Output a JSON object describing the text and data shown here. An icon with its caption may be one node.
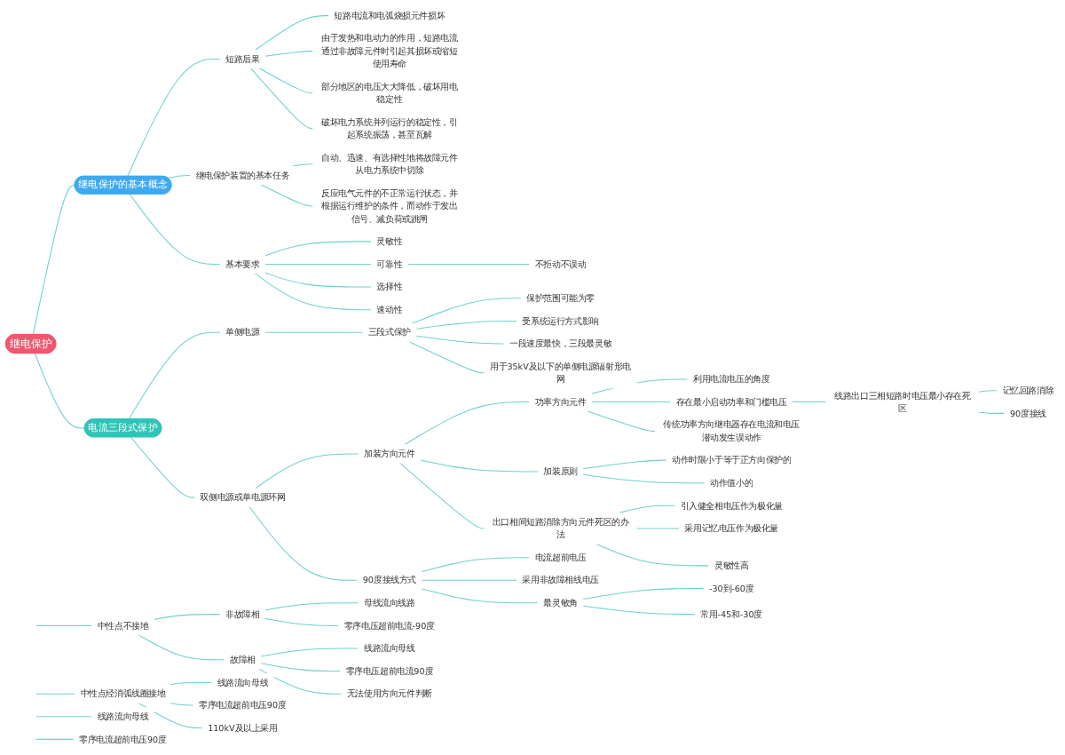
{
  "diagram": {
    "nodes": [
      {
        "text": [
          "继电保护"
        ]
      },
      {
        "text": [
          "继电保护的基本概念"
        ]
      },
      {
        "text": [
          "短路后果"
        ]
      },
      {
        "text": [
          "短路电流和电弧烧损元件损坏"
        ]
      },
      {
        "text": [
          "由于发热和电动力的作用，短路电流通过非故障元件时引起其损坏或缩短使用寿命"
        ]
      },
      {
        "text": [
          "部分地区的电压大大降低，破坏用电稳定性"
        ]
      },
      {
        "text": [
          "破坏电力系统并列运行的稳定性，引起系统振荡，甚至瓦解"
        ]
      },
      {
        "text": [
          "继电保护装置的基本任务"
        ]
      },
      {
        "text": [
          "自动、迅速、有选择性地将故障元件从电力系统中切除"
        ]
      },
      {
        "text": [
          "反应电气元件的不正常运行状态，并根据运行维护的条件，而动作于发出信号、减负荷或跳闸"
        ]
      },
      {
        "text": [
          "基本要求"
        ]
      },
      {
        "text": [
          "灵敏性"
        ]
      },
      {
        "text": [
          "可靠性"
        ]
      },
      {
        "text": [
          "不拒动不误动"
        ]
      },
      {
        "text": [
          "选择性"
        ]
      },
      {
        "text": [
          "速动性"
        ]
      },
      {
        "text": [
          "电流三段式保护"
        ]
      },
      {
        "text": [
          "单侧电源"
        ]
      },
      {
        "text": [
          "三段式保护"
        ]
      },
      {
        "text": [
          "保护范围可能为零"
        ]
      },
      {
        "text": [
          "受系统运行方式影响"
        ]
      },
      {
        "text": [
          "一段速度最快，三段最灵敏"
        ]
      },
      {
        "text": [
          "用于35kV及以下的单侧电源辐射形电网"
        ]
      },
      {
        "text": [
          "双侧电源或单电源环网"
        ]
      },
      {
        "text": [
          "加装方向元件"
        ]
      },
      {
        "text": [
          "功率方向元件"
        ]
      },
      {
        "text": [
          "利用电流电压的角度"
        ]
      },
      {
        "text": [
          "存在最小启动功率和门槛电压"
        ]
      },
      {
        "text": [
          "线路出口三相短路时电压最小存在死区"
        ]
      },
      {
        "text": [
          "记忆回路消除"
        ]
      },
      {
        "text": [
          "90度接线"
        ]
      },
      {
        "text": [
          "传统功率方向继电器存在电流和电压潜动发生误动作"
        ]
      },
      {
        "text": [
          "加装原则"
        ]
      },
      {
        "text": [
          "动作时限小于等于正方向保护的"
        ]
      },
      {
        "text": [
          "动作值小的"
        ]
      },
      {
        "text": [
          "出口相间短路消除方向元件死区的办法"
        ]
      },
      {
        "text": [
          "引入健全相电压作为极化量"
        ]
      },
      {
        "text": [
          "采用记忆电压作为极化量"
        ]
      },
      {
        "text": [
          "灵敏性高"
        ]
      },
      {
        "text": [
          "90度接线方式"
        ]
      },
      {
        "text": [
          "电流超前电压"
        ]
      },
      {
        "text": [
          "采用非故障相线电压"
        ]
      },
      {
        "text": [
          "最灵敏角"
        ]
      },
      {
        "text": [
          "-30到-60度"
        ]
      },
      {
        "text": [
          "常用-45和-30度"
        ]
      },
      {
        "text": [
          "中性点不接地"
        ]
      },
      {
        "text": [
          "非故障相"
        ]
      },
      {
        "text": [
          "母线流向线路"
        ]
      },
      {
        "text": [
          "零序电压超前电流-90度"
        ]
      },
      {
        "text": [
          "故障相"
        ]
      },
      {
        "text": [
          "线路流向母线"
        ]
      },
      {
        "text": [
          "零序电压超前电流90度"
        ]
      },
      {
        "text": [
          "无法使用方向元件判断"
        ]
      },
      {
        "text": [
          "中性点经消弧线圈接地"
        ]
      },
      {
        "text": [
          "线路流向母线"
        ]
      },
      {
        "text": [
          "零序电流超前电压90度"
        ]
      },
      {
        "text": [
          "110kV及以上采用"
        ]
      },
      {
        "text": [
          "线路流向母线"
        ]
      },
      {
        "text": [
          "零序电流超前电压90度"
        ]
      }
    ],
    "edges": [
      {
        "from": 0,
        "to": 1,
        "arrow": "none"
      },
      {
        "from": 1,
        "to": 2,
        "arrow": "none"
      },
      {
        "from": 2,
        "to": 3,
        "arrow": "none"
      },
      {
        "from": 2,
        "to": 4,
        "arrow": "none"
      },
      {
        "from": 2,
        "to": 5,
        "arrow": "none"
      },
      {
        "from": 2,
        "to": 6,
        "arrow": "none"
      },
      {
        "from": 1,
        "to": 7,
        "arrow": "none"
      },
      {
        "from": 7,
        "to": 8,
        "arrow": "none"
      },
      {
        "from": 7,
        "to": 9,
        "arrow": "none"
      },
      {
        "from": 1,
        "to": 10,
        "arrow": "none"
      },
      {
        "from": 10,
        "to": 11,
        "arrow": "none"
      },
      {
        "from": 10,
        "to": 12,
        "arrow": "none"
      },
      {
        "from": 12,
        "to": 13,
        "arrow": "none"
      },
      {
        "from": 10,
        "to": 14,
        "arrow": "none"
      },
      {
        "from": 10,
        "to": 15,
        "arrow": "none"
      },
      {
        "from": 0,
        "to": 16,
        "arrow": "none"
      },
      {
        "from": 16,
        "to": 17,
        "arrow": "none"
      },
      {
        "from": 17,
        "to": 18,
        "arrow": "none"
      },
      {
        "from": 18,
        "to": 19,
        "arrow": "none"
      },
      {
        "from": 18,
        "to": 20,
        "arrow": "none"
      },
      {
        "from": 18,
        "to": 21,
        "arrow": "none"
      },
      {
        "from": 18,
        "to": 22,
        "arrow": "none"
      },
      {
        "from": 16,
        "to": 23,
        "arrow": "none"
      },
      {
        "from": 23,
        "to": 24,
        "arrow": "none"
      },
      {
        "from": 24,
        "to": 25,
        "arrow": "none"
      },
      {
        "from": 25,
        "to": 26,
        "arrow": "none"
      },
      {
        "from": 25,
        "to": 27,
        "arrow": "none"
      },
      {
        "from": 27,
        "to": 28,
        "arrow": "none"
      },
      {
        "from": 28,
        "to": 29,
        "arrow": "none"
      },
      {
        "from": 28,
        "to": 30,
        "arrow": "none"
      },
      {
        "from": 25,
        "to": 31,
        "arrow": "none"
      },
      {
        "from": 24,
        "to": 32,
        "arrow": "none"
      },
      {
        "from": 32,
        "to": 33,
        "arrow": "none"
      },
      {
        "from": 32,
        "to": 34,
        "arrow": "none"
      },
      {
        "from": 24,
        "to": 35,
        "arrow": "none"
      },
      {
        "from": 35,
        "to": 36,
        "arrow": "none"
      },
      {
        "from": 35,
        "to": 37,
        "arrow": "none"
      },
      {
        "from": 35,
        "to": 38,
        "arrow": "none"
      },
      {
        "from": 23,
        "to": 39,
        "arrow": "none"
      },
      {
        "from": 39,
        "to": 40,
        "arrow": "none"
      },
      {
        "from": 39,
        "to": 41,
        "arrow": "none"
      },
      {
        "from": 39,
        "to": 42,
        "arrow": "none"
      },
      {
        "from": 42,
        "to": 43,
        "arrow": "none"
      },
      {
        "from": 42,
        "to": 44,
        "arrow": "none"
      },
      {
        "from": null,
        "to": 45,
        "arrow": "none"
      },
      {
        "from": 45,
        "to": 46,
        "arrow": "none"
      },
      {
        "from": 46,
        "to": 47,
        "arrow": "none"
      },
      {
        "from": 46,
        "to": 48,
        "arrow": "none"
      },
      {
        "from": 45,
        "to": 49,
        "arrow": "none"
      },
      {
        "from": 49,
        "to": 50,
        "arrow": "none"
      },
      {
        "from": 49,
        "to": 51,
        "arrow": "none"
      },
      {
        "from": 49,
        "to": 52,
        "arrow": "none"
      },
      {
        "from": null,
        "to": 53,
        "arrow": "none"
      },
      {
        "from": 53,
        "to": 54,
        "arrow": "none"
      },
      {
        "from": 53,
        "to": 55,
        "arrow": "none"
      },
      {
        "from": 53,
        "to": 56,
        "arrow": "none"
      },
      {
        "from": null,
        "to": 57,
        "arrow": "none"
      },
      {
        "from": null,
        "to": 58,
        "arrow": "none"
      }
    ]
  }
}
